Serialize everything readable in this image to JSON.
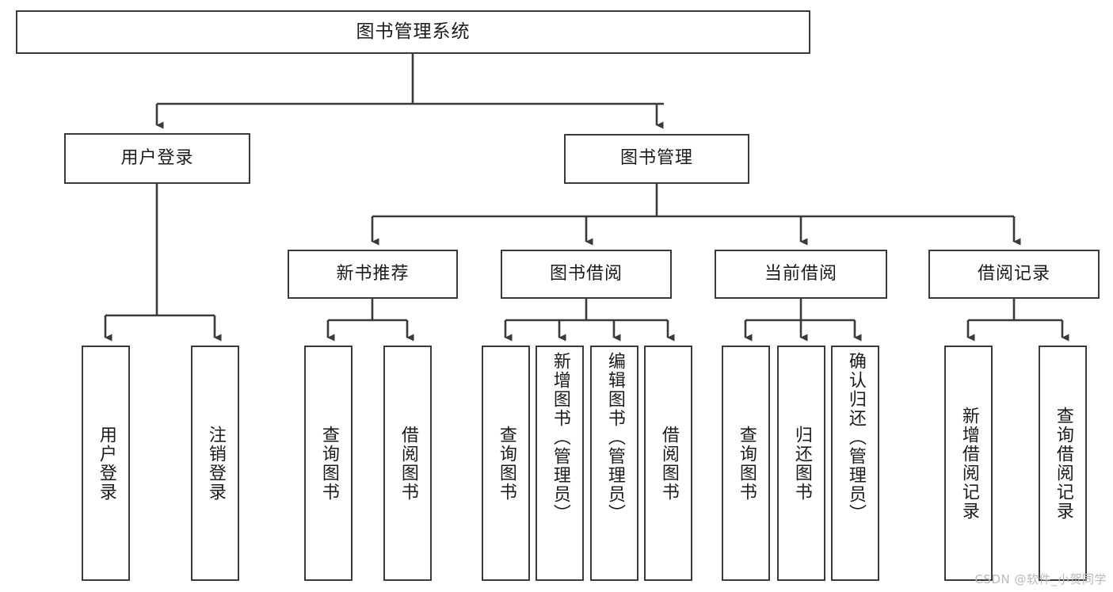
{
  "diagram": {
    "title_text": "图书管理系统",
    "style": {
      "border_color": "#3a3a3a",
      "box_fill": "#ffffff",
      "text_color": "#1b1b1b",
      "line_color": "#3a3a3a",
      "background": "#ffffff"
    },
    "root": {
      "label": "图书管理系统"
    },
    "level2": [
      {
        "label": "用户登录"
      },
      {
        "label": "图书管理"
      }
    ],
    "level3": [
      {
        "label": "新书推荐"
      },
      {
        "label": "图书借阅"
      },
      {
        "label": "当前借阅"
      },
      {
        "label": "借阅记录"
      }
    ],
    "leaves": [
      {
        "label": "用户登录"
      },
      {
        "label": "注销登录"
      },
      {
        "label": "查询图书"
      },
      {
        "label": "借阅图书"
      },
      {
        "label": "查询图书"
      },
      {
        "label": "新增图书（管理员）"
      },
      {
        "label": "编辑图书（管理员）"
      },
      {
        "label": "借阅图书"
      },
      {
        "label": "查询图书"
      },
      {
        "label": "归还图书"
      },
      {
        "label": "确认归还（管理员）"
      },
      {
        "label": "新增借阅记录"
      },
      {
        "label": "查询借阅记录"
      }
    ]
  },
  "watermark": {
    "text": "CSDN @软件_小贺同学"
  }
}
